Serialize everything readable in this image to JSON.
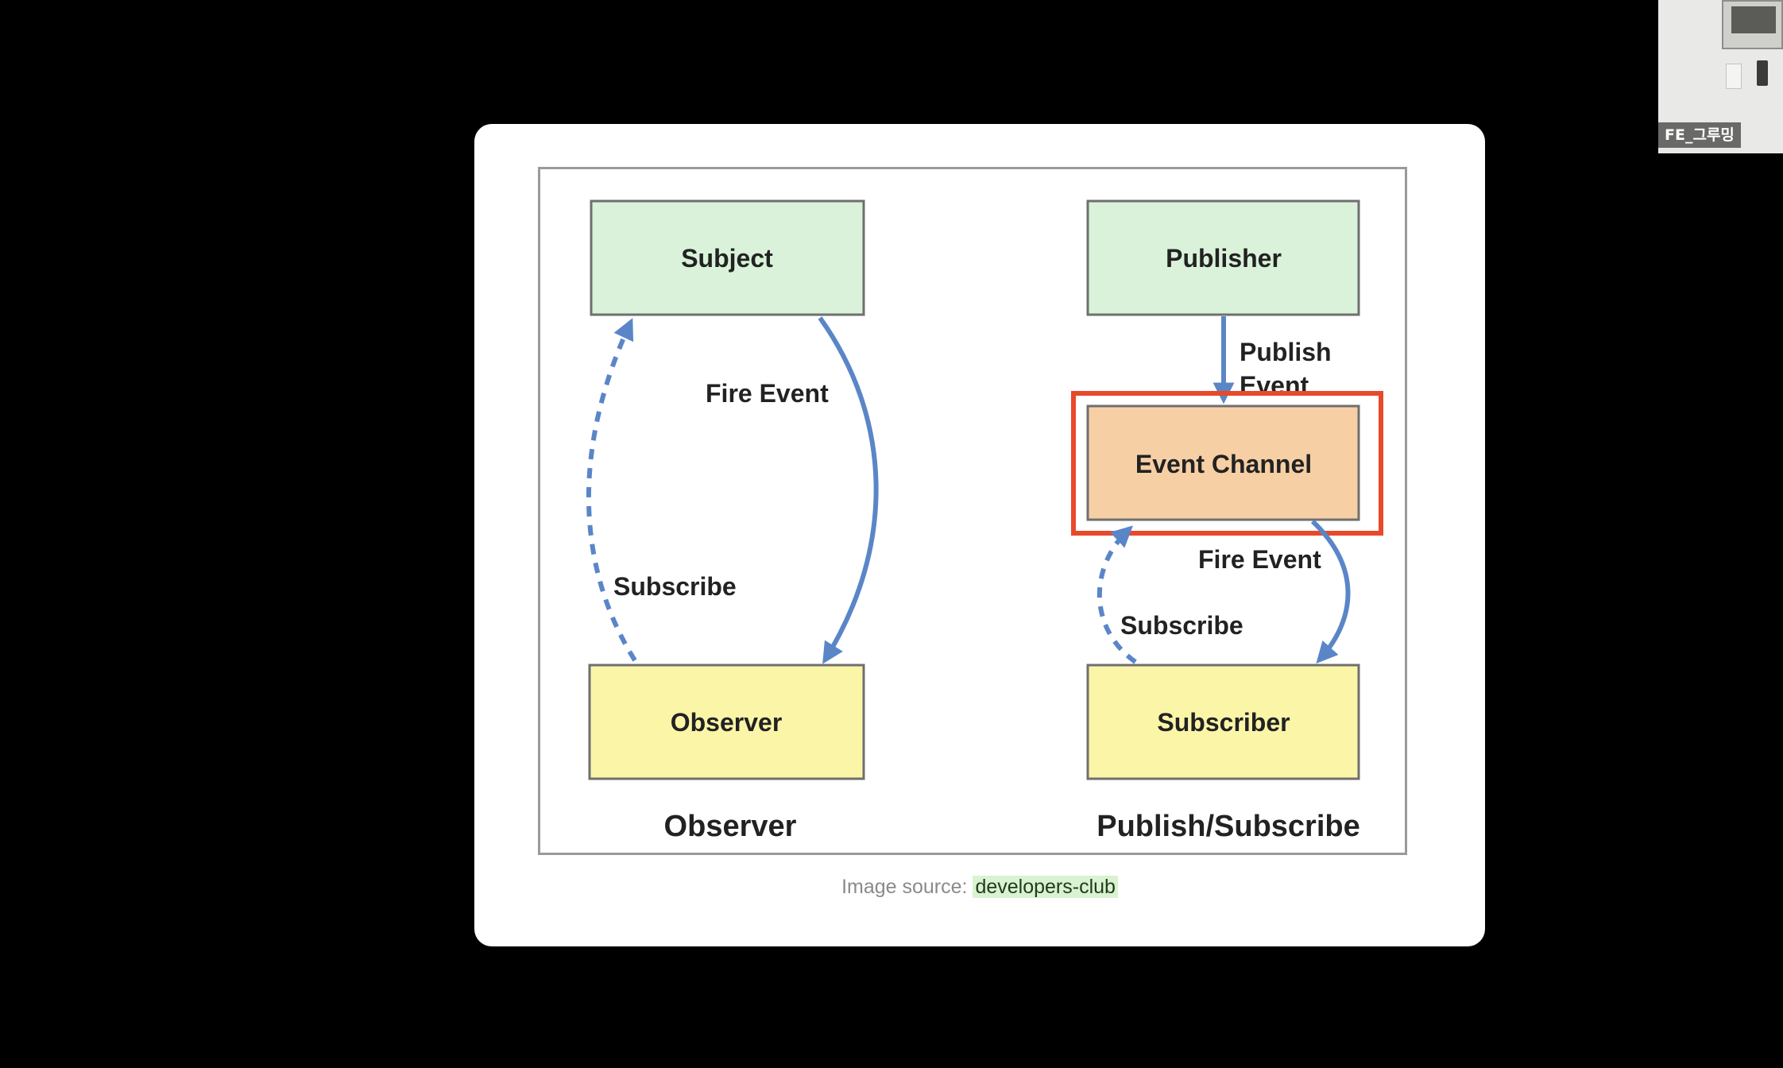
{
  "diagram": {
    "nodes": {
      "subject": "Subject",
      "observer": "Observer",
      "publisher": "Publisher",
      "event_channel": "Event Channel",
      "subscriber": "Subscriber"
    },
    "edge_labels": {
      "fire_event_left": "Fire Event",
      "subscribe_left": "Subscribe",
      "publish_line1": "Publish",
      "publish_line2": "Event",
      "fire_event_right": "Fire Event",
      "subscribe_right": "Subscribe"
    },
    "section_titles": {
      "left": "Observer",
      "right": "Publish/Subscribe"
    },
    "colors": {
      "subject_fill": "#d9f2d9",
      "observer_fill": "#fbf5a8",
      "channel_fill": "#f7cfa5",
      "arrow": "#5a86c8",
      "highlight": "#e8492a"
    }
  },
  "caption": {
    "prefix": "Image source:",
    "link": "developers-club"
  },
  "video_tile": {
    "participant_name": "FE_그루밍"
  }
}
